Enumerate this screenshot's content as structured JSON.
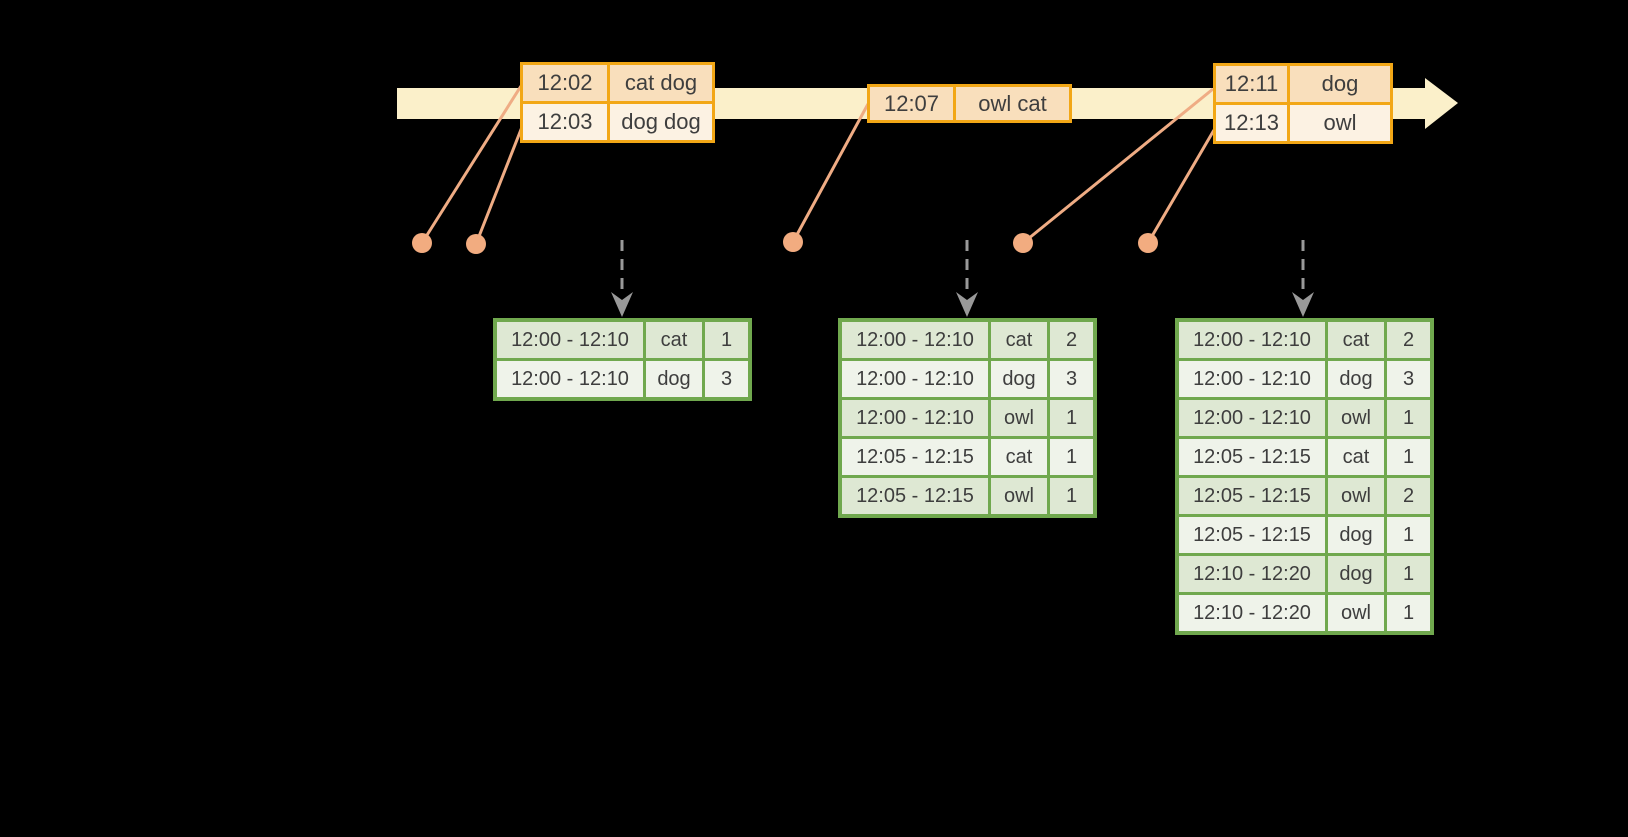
{
  "colors": {
    "background": "#000000",
    "timeline_fill": "#FBF0CA",
    "event_table_border": "#F2A716",
    "event_row_dark": "#F9DFBC",
    "event_row_light": "#FCF2E3",
    "event_marker": "#F2AC80",
    "flow_arrow_gray": "#999999",
    "result_table_border": "#70A84E",
    "result_row_dark": "#DEE8D3",
    "result_row_light": "#EFF3EA",
    "text": "#3E3E3E"
  },
  "event_tables": [
    {
      "rows": [
        [
          "12:02",
          "cat dog"
        ],
        [
          "12:03",
          "dog dog"
        ]
      ]
    },
    {
      "rows": [
        [
          "12:07",
          "owl cat"
        ]
      ]
    },
    {
      "rows": [
        [
          "12:11",
          "dog"
        ],
        [
          "12:13",
          "owl"
        ]
      ]
    }
  ],
  "result_tables": [
    {
      "rows": [
        [
          "12:00 - 12:10",
          "cat",
          "1"
        ],
        [
          "12:00 - 12:10",
          "dog",
          "3"
        ]
      ]
    },
    {
      "rows": [
        [
          "12:00 - 12:10",
          "cat",
          "2"
        ],
        [
          "12:00 - 12:10",
          "dog",
          "3"
        ],
        [
          "12:00 - 12:10",
          "owl",
          "1"
        ],
        [
          "12:05 - 12:15",
          "cat",
          "1"
        ],
        [
          "12:05 - 12:15",
          "owl",
          "1"
        ]
      ]
    },
    {
      "rows": [
        [
          "12:00 - 12:10",
          "cat",
          "2"
        ],
        [
          "12:00 - 12:10",
          "dog",
          "3"
        ],
        [
          "12:00 - 12:10",
          "owl",
          "1"
        ],
        [
          "12:05 - 12:15",
          "cat",
          "1"
        ],
        [
          "12:05 - 12:15",
          "owl",
          "2"
        ],
        [
          "12:05 - 12:15",
          "dog",
          "1"
        ],
        [
          "12:10 - 12:20",
          "dog",
          "1"
        ],
        [
          "12:10 - 12:20",
          "owl",
          "1"
        ]
      ]
    }
  ]
}
